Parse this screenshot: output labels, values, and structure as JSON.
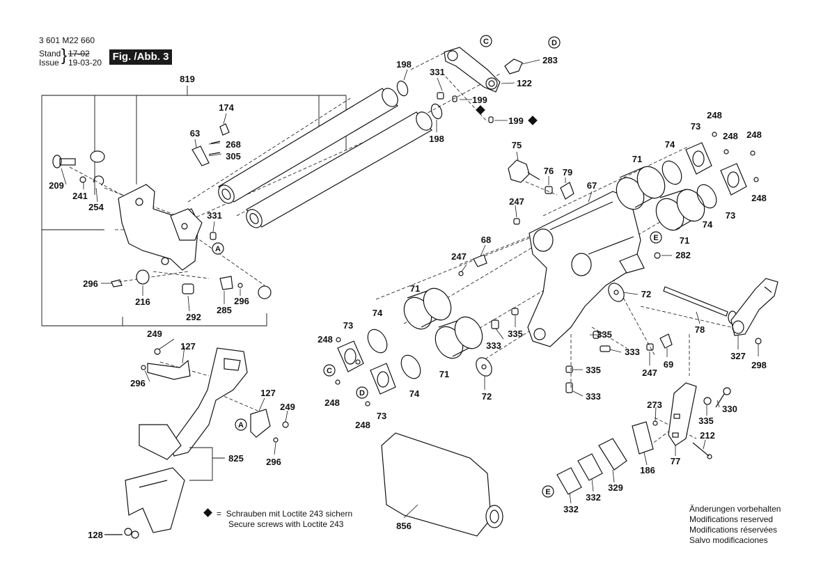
{
  "header": {
    "doc_number": "3 601 M22 660",
    "stand_label": "Stand",
    "issue_label": "Issue",
    "stand_date": "17-02",
    "issue_date": "19-03-20",
    "figure_label": "Fig. /Abb. 3"
  },
  "callouts": {
    "c819": "819",
    "c174": "174",
    "c63": "63",
    "c268": "268",
    "c305": "305",
    "c209": "209",
    "c241": "241",
    "c254": "254",
    "c331a": "331",
    "c296a": "296",
    "c216": "216",
    "c292": "292",
    "c285": "285",
    "c296b": "296",
    "c198a": "198",
    "c331b": "331",
    "c199a": "199",
    "c198b": "198",
    "c283": "283",
    "c122": "122",
    "c199b": "199",
    "c75": "75",
    "c76": "76",
    "c79": "79",
    "c67": "67",
    "c71a": "71",
    "c74a": "74",
    "c73a": "73",
    "c248a": "248",
    "c248b": "248",
    "c248c": "248",
    "c248d": "248",
    "c247a": "247",
    "c71b": "71",
    "c74b": "74",
    "c73b": "73",
    "c68": "68",
    "c247b": "247",
    "c282": "282",
    "c72a": "72",
    "c71c": "71",
    "c74c": "74",
    "c73c": "73",
    "c248e": "248",
    "c333a": "333",
    "c335a": "335",
    "c335b": "335",
    "c333b": "333",
    "c78": "78",
    "c327": "327",
    "c298": "298",
    "c247c": "247",
    "c69": "69",
    "c71d": "71",
    "c248f": "248",
    "c74d": "74",
    "c73d": "73",
    "c248g": "248",
    "c72b": "72",
    "c335c": "335",
    "c333c": "333",
    "c249a": "249",
    "c127a": "127",
    "c296c": "296",
    "c127b": "127",
    "c249b": "249",
    "c296d": "296",
    "c825": "825",
    "c128": "128",
    "c856": "856",
    "c273": "273",
    "c330": "330",
    "c335d": "335",
    "c212": "212",
    "c77": "77",
    "c186": "186",
    "c329": "329",
    "c332a": "332",
    "c332b": "332"
  },
  "markers": {
    "A": "A",
    "C": "C",
    "D": "D",
    "E": "E"
  },
  "legend": {
    "equals": "=",
    "line_de": "Schrauben mit Loctite 243 sichern",
    "line_en": "Secure screws with Loctite 243"
  },
  "notes": {
    "de": "Änderungen vorbehalten",
    "en": "Modifications reserved",
    "fr": "Modifications réservées",
    "es": "Salvo modificaciones"
  },
  "colors": {
    "ink": "#111111",
    "fig_box": "#1b1b1b",
    "part_fill": "#ffffff"
  }
}
